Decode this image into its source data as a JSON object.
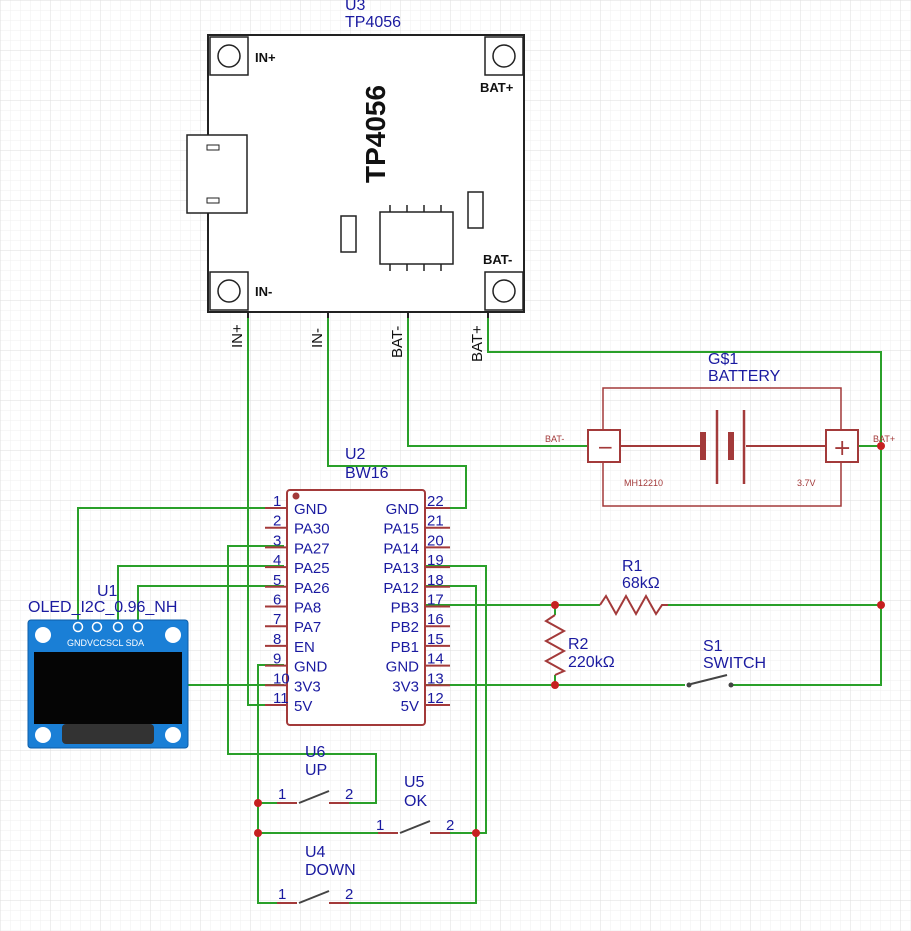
{
  "tp4056": {
    "ref": "U3",
    "value": "TP4056",
    "silk_title": "TP4056",
    "corner_in_plus": "IN+",
    "corner_in_minus": "IN-",
    "corner_bat_plus": "BAT+",
    "corner_bat_minus": "BAT-",
    "pin_in_plus": "IN+",
    "pin_in_minus": "IN-",
    "pin_bat_minus": "BAT-",
    "pin_bat_plus": "BAT+"
  },
  "battery": {
    "ref": "G$1",
    "value": "BATTERY",
    "pin_minus": "BAT-",
    "pin_plus": "BAT+",
    "sign_minus": "−",
    "sign_plus": "+",
    "part_no": "MH12210",
    "voltage": "3.7V"
  },
  "bw16": {
    "ref": "U2",
    "value": "BW16",
    "left_pins": [
      {
        "num": "1",
        "name": "GND"
      },
      {
        "num": "2",
        "name": "PA30"
      },
      {
        "num": "3",
        "name": "PA27"
      },
      {
        "num": "4",
        "name": "PA25"
      },
      {
        "num": "5",
        "name": "PA26"
      },
      {
        "num": "6",
        "name": "PA8"
      },
      {
        "num": "7",
        "name": "PA7"
      },
      {
        "num": "8",
        "name": "EN"
      },
      {
        "num": "9",
        "name": "GND"
      },
      {
        "num": "10",
        "name": "3V3"
      },
      {
        "num": "11",
        "name": "5V"
      }
    ],
    "right_pins": [
      {
        "num": "22",
        "name": "GND"
      },
      {
        "num": "21",
        "name": "PA15"
      },
      {
        "num": "20",
        "name": "PA14"
      },
      {
        "num": "19",
        "name": "PA13"
      },
      {
        "num": "18",
        "name": "PA12"
      },
      {
        "num": "17",
        "name": "PB3"
      },
      {
        "num": "16",
        "name": "PB2"
      },
      {
        "num": "15",
        "name": "PB1"
      },
      {
        "num": "14",
        "name": "GND"
      },
      {
        "num": "13",
        "name": "3V3"
      },
      {
        "num": "12",
        "name": "5V"
      }
    ]
  },
  "oled": {
    "ref": "U1",
    "value": "OLED_I2C_0.96_NH",
    "pins": "GNDVCCSCL SDA"
  },
  "r1": {
    "ref": "R1",
    "value": "68kΩ"
  },
  "r2": {
    "ref": "R2",
    "value": "220kΩ"
  },
  "s1": {
    "ref": "S1",
    "value": "SWITCH"
  },
  "u6": {
    "ref": "U6",
    "value": "UP",
    "pin1": "1",
    "pin2": "2"
  },
  "u5": {
    "ref": "U5",
    "value": "OK",
    "pin1": "1",
    "pin2": "2"
  },
  "u4": {
    "ref": "U4",
    "value": "DOWN",
    "pin1": "1",
    "pin2": "2"
  },
  "colors": {
    "wire": "#2aa02a",
    "part_outline": "#a33a3a",
    "label_text": "#1a1aa0",
    "oled_board": "#1a7fd6",
    "grid": "#e6e6e6"
  }
}
